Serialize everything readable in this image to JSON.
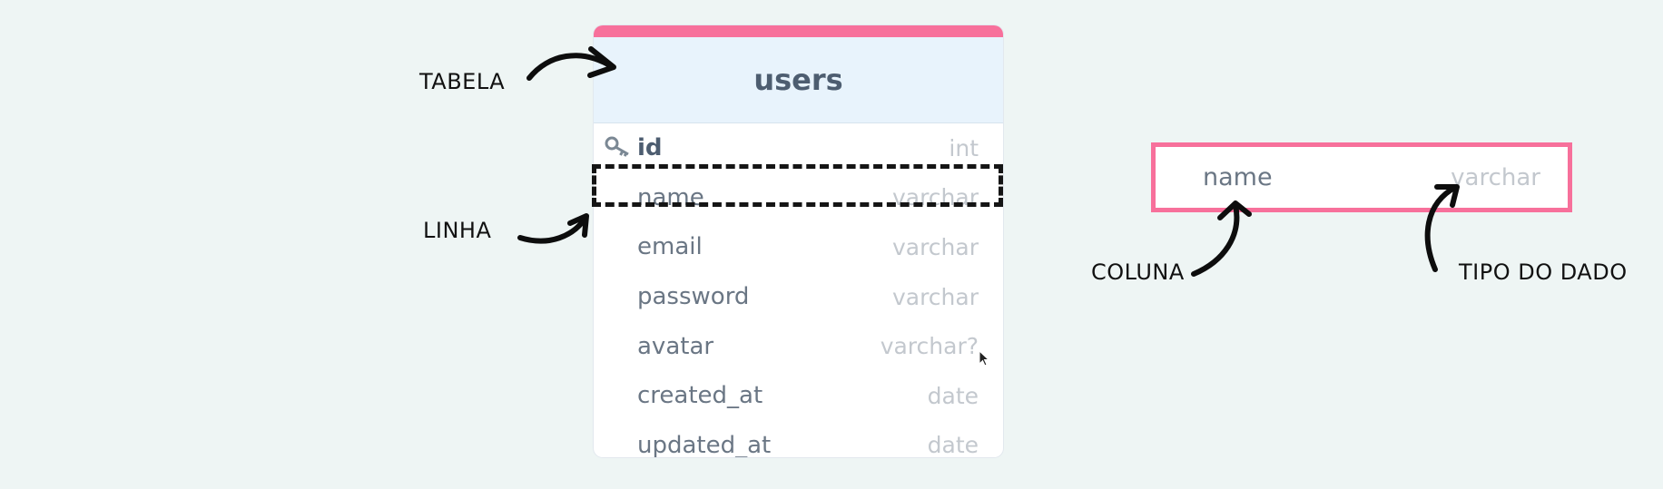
{
  "annotations": {
    "tabela": "TABELA",
    "linha": "LINHA",
    "coluna": "COLUNA",
    "tipo_do_dado": "TIPO DO DADO"
  },
  "table": {
    "name": "users",
    "accent_color": "#f7709b",
    "rows": [
      {
        "name": "id",
        "type": "int",
        "primary_key": true,
        "icon": "key-icon"
      },
      {
        "name": "name",
        "type": "varchar"
      },
      {
        "name": "email",
        "type": "varchar"
      },
      {
        "name": "password",
        "type": "varchar"
      },
      {
        "name": "avatar",
        "type": "varchar?"
      },
      {
        "name": "created_at",
        "type": "date"
      },
      {
        "name": "updated_at",
        "type": "date"
      }
    ]
  },
  "column_example": {
    "name": "name",
    "type": "varchar"
  }
}
